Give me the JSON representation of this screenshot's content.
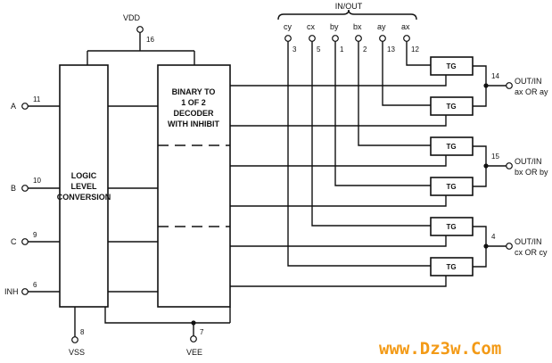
{
  "supply": {
    "vdd_label": "VDD",
    "vdd_pin": "16",
    "vss_label": "VSS",
    "vss_pin": "8",
    "vee_label": "VEE",
    "vee_pin": "7"
  },
  "inputs": [
    {
      "label": "A",
      "pin": "11"
    },
    {
      "label": "B",
      "pin": "10"
    },
    {
      "label": "C",
      "pin": "9"
    },
    {
      "label": "INH",
      "pin": "6"
    }
  ],
  "logic_block": {
    "line1": "LOGIC",
    "line2": "LEVEL",
    "line3": "CONVERSION"
  },
  "decoder_block": {
    "line1": "BINARY TO",
    "line2": "1 OF 2",
    "line3": "DECODER",
    "line4": "WITH INHIBIT"
  },
  "inout": {
    "title": "IN/OUT",
    "channels": [
      {
        "label": "cy",
        "pin": "3"
      },
      {
        "label": "cx",
        "pin": "5"
      },
      {
        "label": "by",
        "pin": "1"
      },
      {
        "label": "bx",
        "pin": "2"
      },
      {
        "label": "ay",
        "pin": "13"
      },
      {
        "label": "ax",
        "pin": "12"
      }
    ]
  },
  "gates": [
    "TG",
    "TG",
    "TG",
    "TG",
    "TG",
    "TG"
  ],
  "outputs": [
    {
      "pin": "14",
      "line1": "OUT/IN",
      "line2": "ax OR ay"
    },
    {
      "pin": "15",
      "line1": "OUT/IN",
      "line2": "bx OR by"
    },
    {
      "pin": "4",
      "line1": "OUT/IN",
      "line2": "cx OR cy"
    }
  ],
  "watermark": "www.Dz3w.Com",
  "colors": {
    "line": "#111111",
    "watermark": "#f39a16"
  }
}
